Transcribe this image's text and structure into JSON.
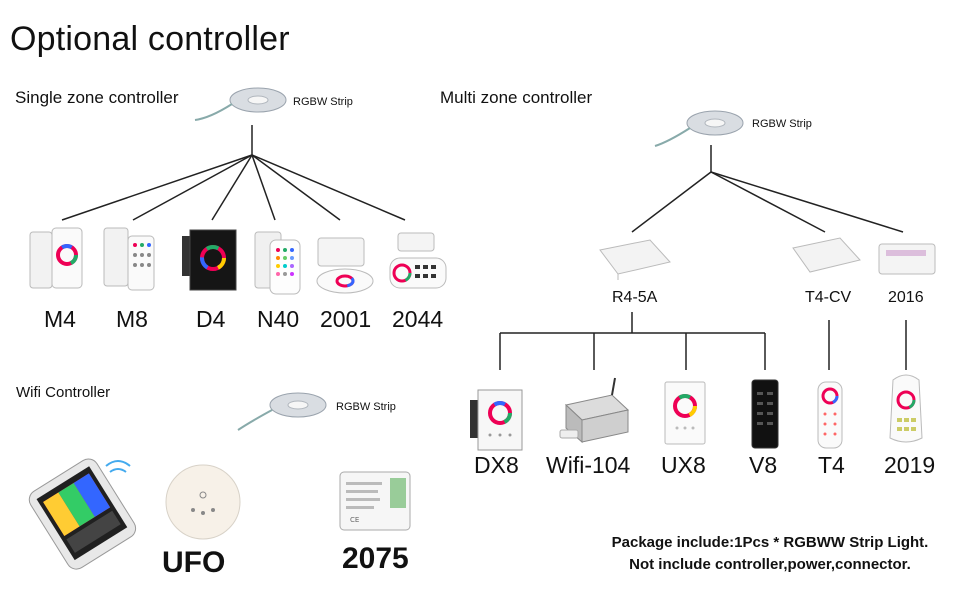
{
  "title": "Optional controller",
  "strip_label": "RGBW Strip",
  "single_zone": {
    "heading": "Single zone controller",
    "strip_label": "RGBW Strip",
    "models": [
      "M4",
      "M8",
      "D4",
      "N40",
      "2001",
      "2044"
    ]
  },
  "multi_zone": {
    "heading": "Multi zone controller",
    "strip_label": "RGBW Strip",
    "receivers": [
      "R4-5A",
      "T4-CV",
      "2016"
    ],
    "r4_remotes": [
      "DX8",
      "Wifi-104",
      "UX8",
      "V8"
    ],
    "t4_remote": "T4",
    "r2016_remote": "2019"
  },
  "wifi": {
    "heading": "Wifi Controller",
    "strip_label": "RGBW Strip",
    "models": [
      "UFO",
      "2075"
    ]
  },
  "package_note": {
    "line1": "Package include:1Pcs * RGBWW Strip Light.",
    "line2": "Not include controller,power,connector."
  }
}
